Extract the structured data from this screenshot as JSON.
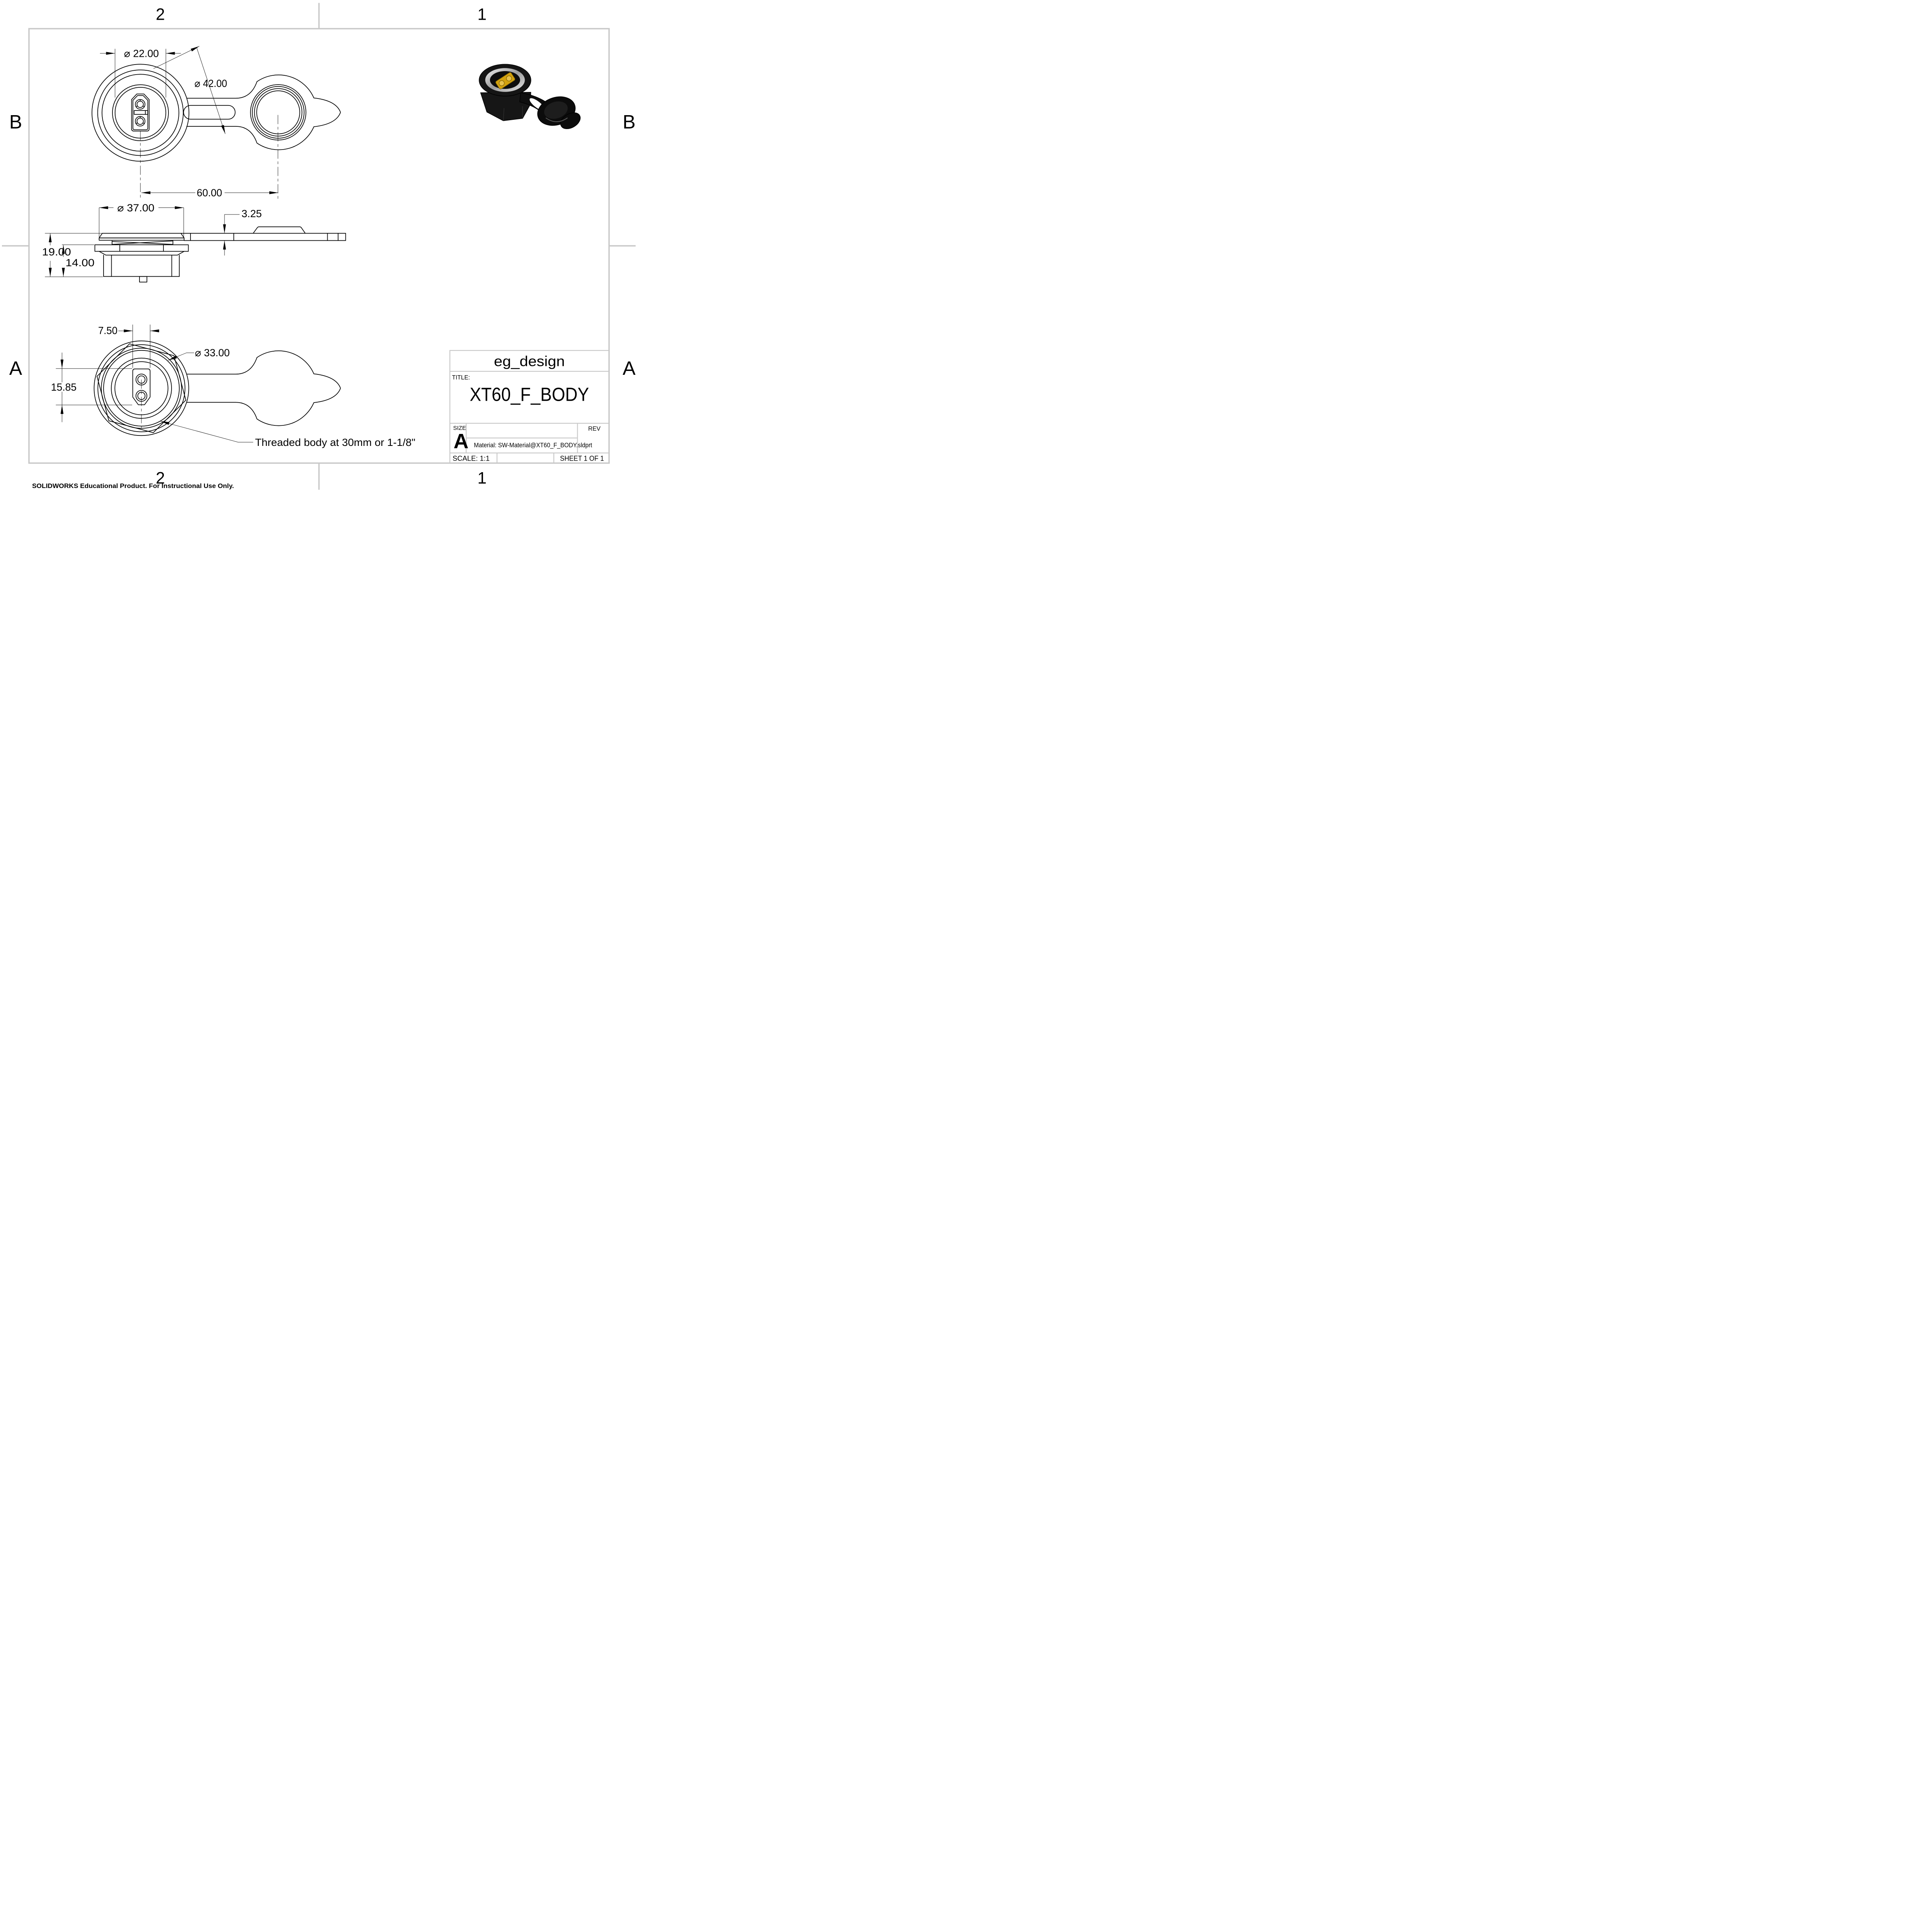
{
  "sheet": {
    "zones": {
      "top_left": "2",
      "top_right": "1",
      "bottom_left": "2",
      "bottom_right": "1",
      "left_upper": "B",
      "left_lower": "A",
      "right_upper": "B",
      "right_lower": "A"
    },
    "footer": "SOLIDWORKS Educational Product. For Instructional Use Only."
  },
  "title_block": {
    "company": "eg_design",
    "title_label": "TITLE:",
    "title": "XT60_F_BODY",
    "size_label": "SIZE",
    "size_value": "A",
    "rev_label": "REV",
    "material": "Material: SW-Material@XT60_F_BODY.sldprt",
    "scale": "SCALE: 1:1",
    "sheet": "SHEET 1 OF 1"
  },
  "dims": {
    "top": {
      "d22": "⌀ 22.00",
      "d42": "⌀ 42.00",
      "d60": "60.00"
    },
    "side": {
      "d37": "⌀ 37.00",
      "t325": "3.25",
      "h19": "19.00",
      "h14": "14.00"
    },
    "bottom": {
      "w75": "7.50",
      "d33": "⌀ 33.00",
      "len1585": "15.85",
      "note": "Threaded body at 30mm or 1-1/8\""
    }
  },
  "colors": {
    "line": "#000000",
    "frame": "#c8c8c8",
    "body_black": "#141414",
    "connector_yellow": "#d2a10e",
    "silver": "#d6d6d6"
  }
}
